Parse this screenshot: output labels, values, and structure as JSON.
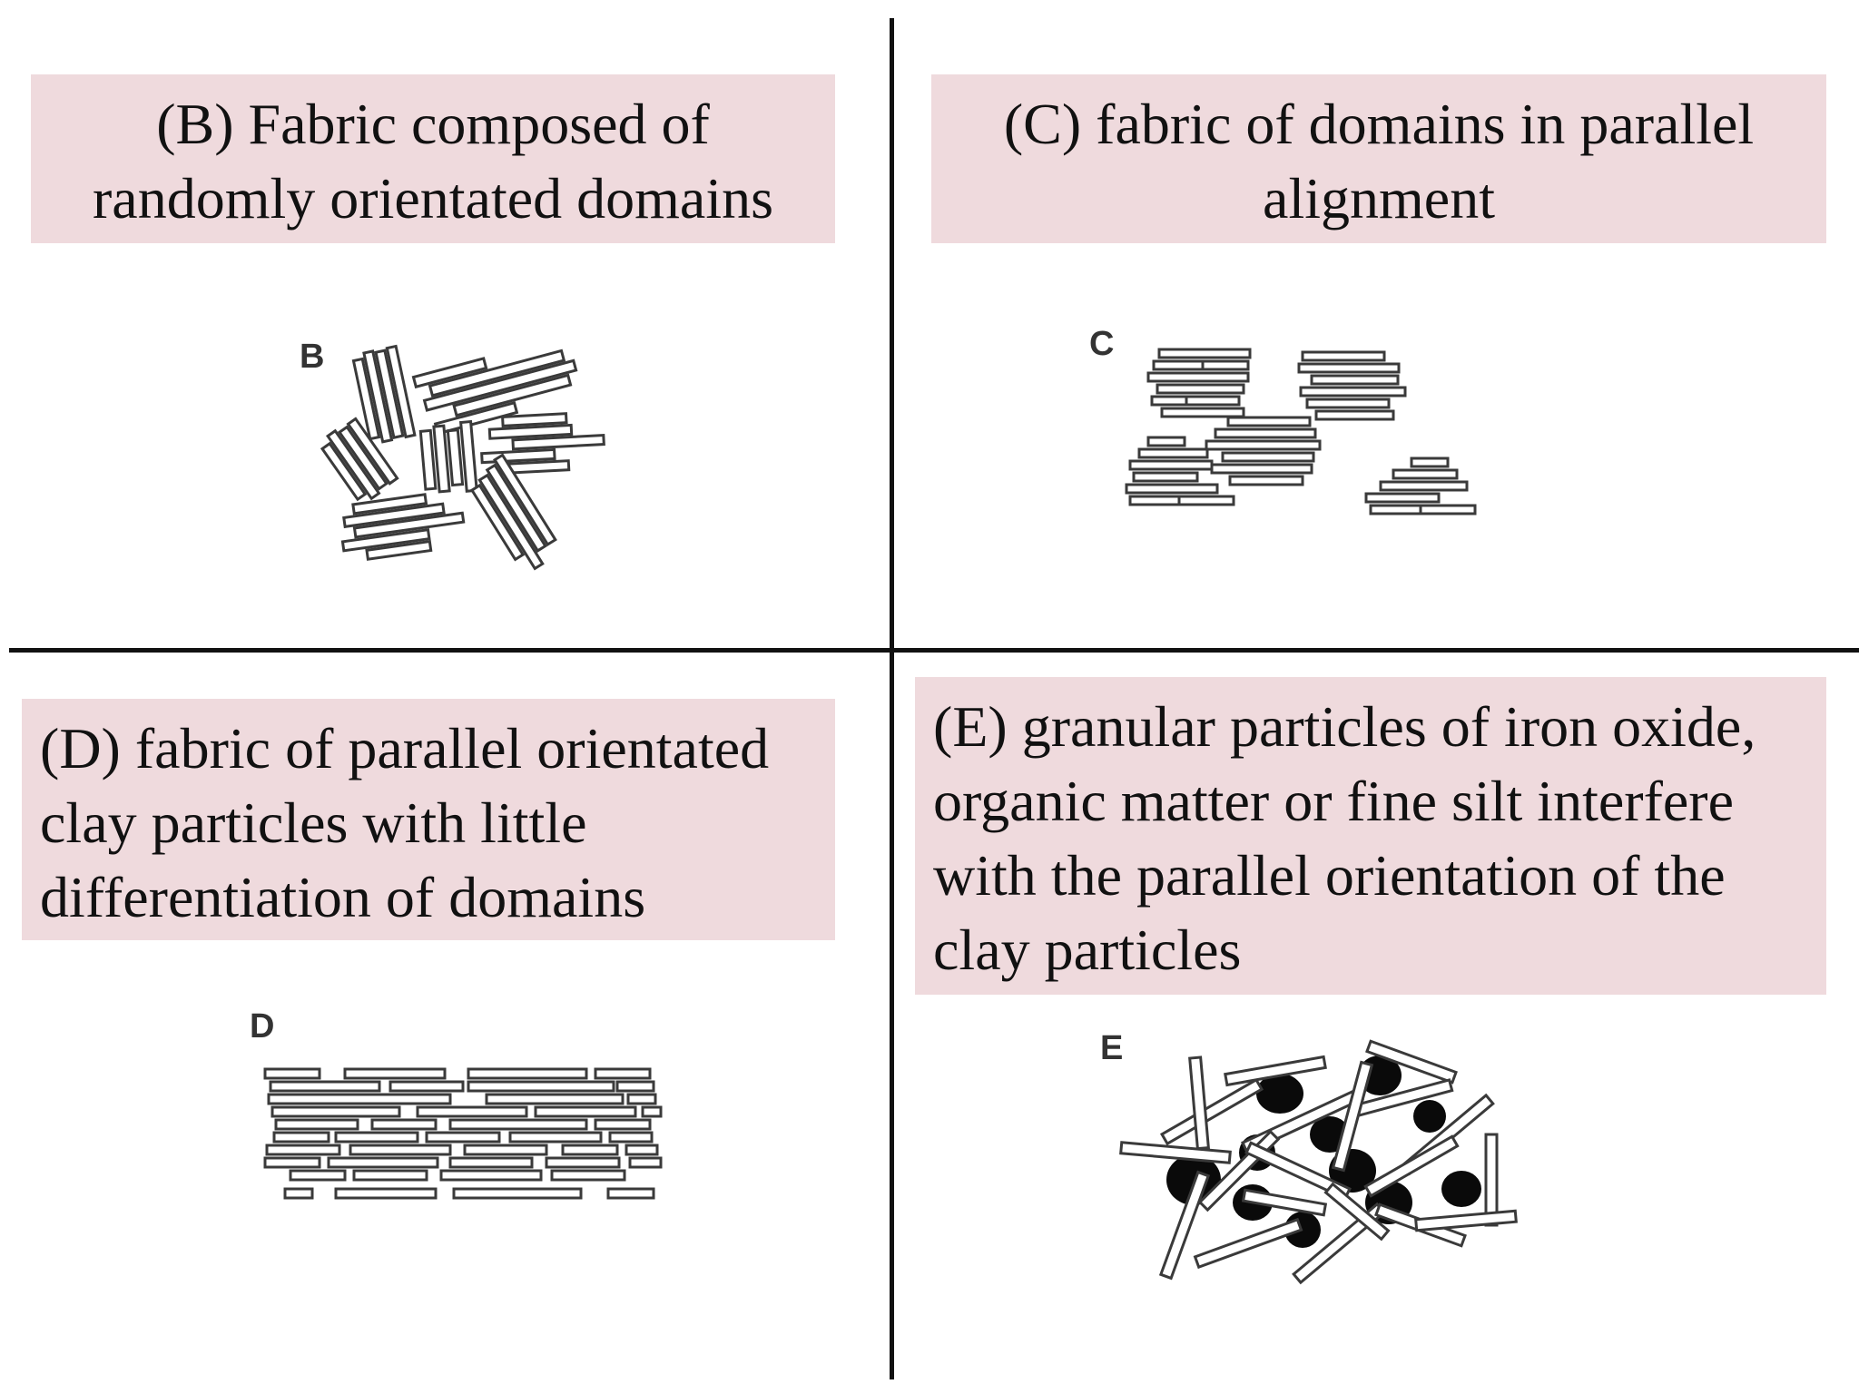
{
  "panels": {
    "b": {
      "letter": "B",
      "caption_lines": [
        "(B) Fabric composed of",
        "randomly orientated domains"
      ]
    },
    "c": {
      "letter": "C",
      "caption_lines": [
        "(C) fabric of domains in parallel",
        "alignment"
      ]
    },
    "d": {
      "letter": "D",
      "caption_lines": [
        "(D) fabric of parallel orientated",
        "clay particles with little",
        "differentiation of domains"
      ]
    },
    "e": {
      "letter": "E",
      "caption_lines": [
        "(E) granular particles of iron oxide,",
        "organic matter or fine silt interfere",
        "with the parallel orientation of the",
        "clay particles"
      ]
    }
  },
  "colors": {
    "caption_background": "#efdadd",
    "divider": "#111111",
    "particle_stroke": "#3a3a3a",
    "granule_fill": "#0a0a0a"
  }
}
